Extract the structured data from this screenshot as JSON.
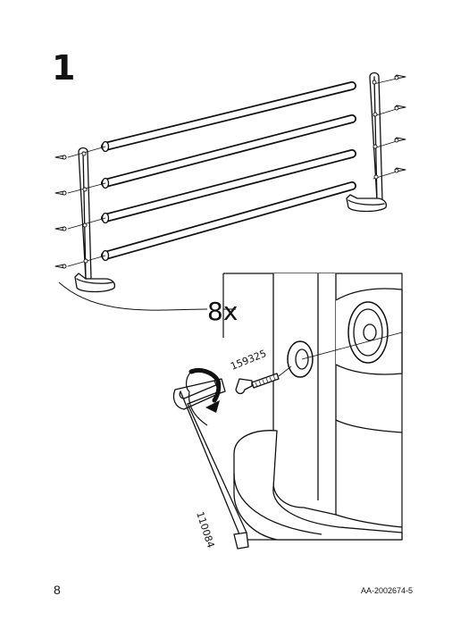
{
  "step": {
    "number": "1"
  },
  "callout": {
    "quantity": "8x",
    "screw_part": "159325",
    "key_part": "110084"
  },
  "footer": {
    "page_number": "8",
    "document_code": "AA-2002674-5"
  },
  "icons": [
    "frame-assembly-illustration",
    "screw-detail-illustration",
    "allen-key-icon",
    "rotation-arrow-icon"
  ]
}
